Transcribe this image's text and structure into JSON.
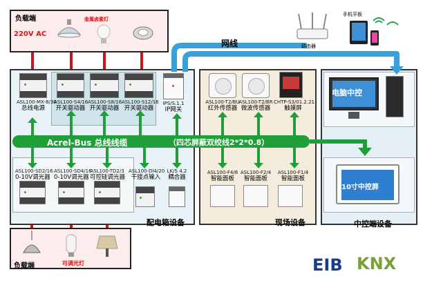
{
  "labels": {
    "load_top": "负载端",
    "voltage": "220V AC",
    "lamps_top": "金属卤素灯",
    "load_bottom": "负载端",
    "lamps_bottom": "可调光灯",
    "network": "网线",
    "router": "路由器",
    "phone_tablet": "手机平板",
    "bus": "Acrel-Bus 总线线缆",
    "bus_note": "（四芯屏蔽双绞线2*2*0.8）",
    "pc": "电脑中控",
    "touch10": "10寸中控屏",
    "panel_area": "配电箱设备",
    "site_area": "现场设备",
    "ctrl_area": "中控端设备"
  },
  "top_modules": [
    {
      "model": "ASL100-MX-8/30",
      "name": "总线电源"
    },
    {
      "model": "ASL100-S4/16",
      "name": "开关驱动器"
    },
    {
      "model": "ASL100-S8/16",
      "name": "开关驱动器"
    },
    {
      "model": "ASL100-S12/16",
      "name": "开关驱动器"
    },
    {
      "model": "IPS/S.1.1",
      "name": "IP网关"
    }
  ],
  "bottom_modules": [
    {
      "model": "ASL100-SD2/16",
      "name": "0-10V调光器"
    },
    {
      "model": "ASL100-SD4/16",
      "name": "0-10V调光器"
    },
    {
      "model": "ASL100-TD2/3",
      "name": "可控硅调光器"
    },
    {
      "model": "ASL100-DI4/20",
      "name": "干接点输入"
    },
    {
      "model": "LK/S 4.2",
      "name": "耦合器"
    }
  ],
  "site_sensors": [
    {
      "model": "ASL100-T2/BU",
      "name": "红外传感器"
    },
    {
      "model": "ASL100-T2/BR",
      "name": "微波传感器"
    },
    {
      "model": "CHTP-S3/01.2.21",
      "name": "触摸屏"
    }
  ],
  "site_panels": [
    {
      "model": "ASL100-F4/8",
      "name": "智能面板"
    },
    {
      "model": "ASL100-F2/4",
      "name": "智能面板"
    },
    {
      "model": "ASL100-F1/4",
      "name": "智能面板"
    }
  ],
  "logos": {
    "eib": "EIB",
    "knx": "KNX"
  },
  "colors": {
    "bus_green": "#1f9e3a",
    "network_blue": "#3aa0dc",
    "wire_red": "#c8141e",
    "frame_red": "#f05050"
  }
}
